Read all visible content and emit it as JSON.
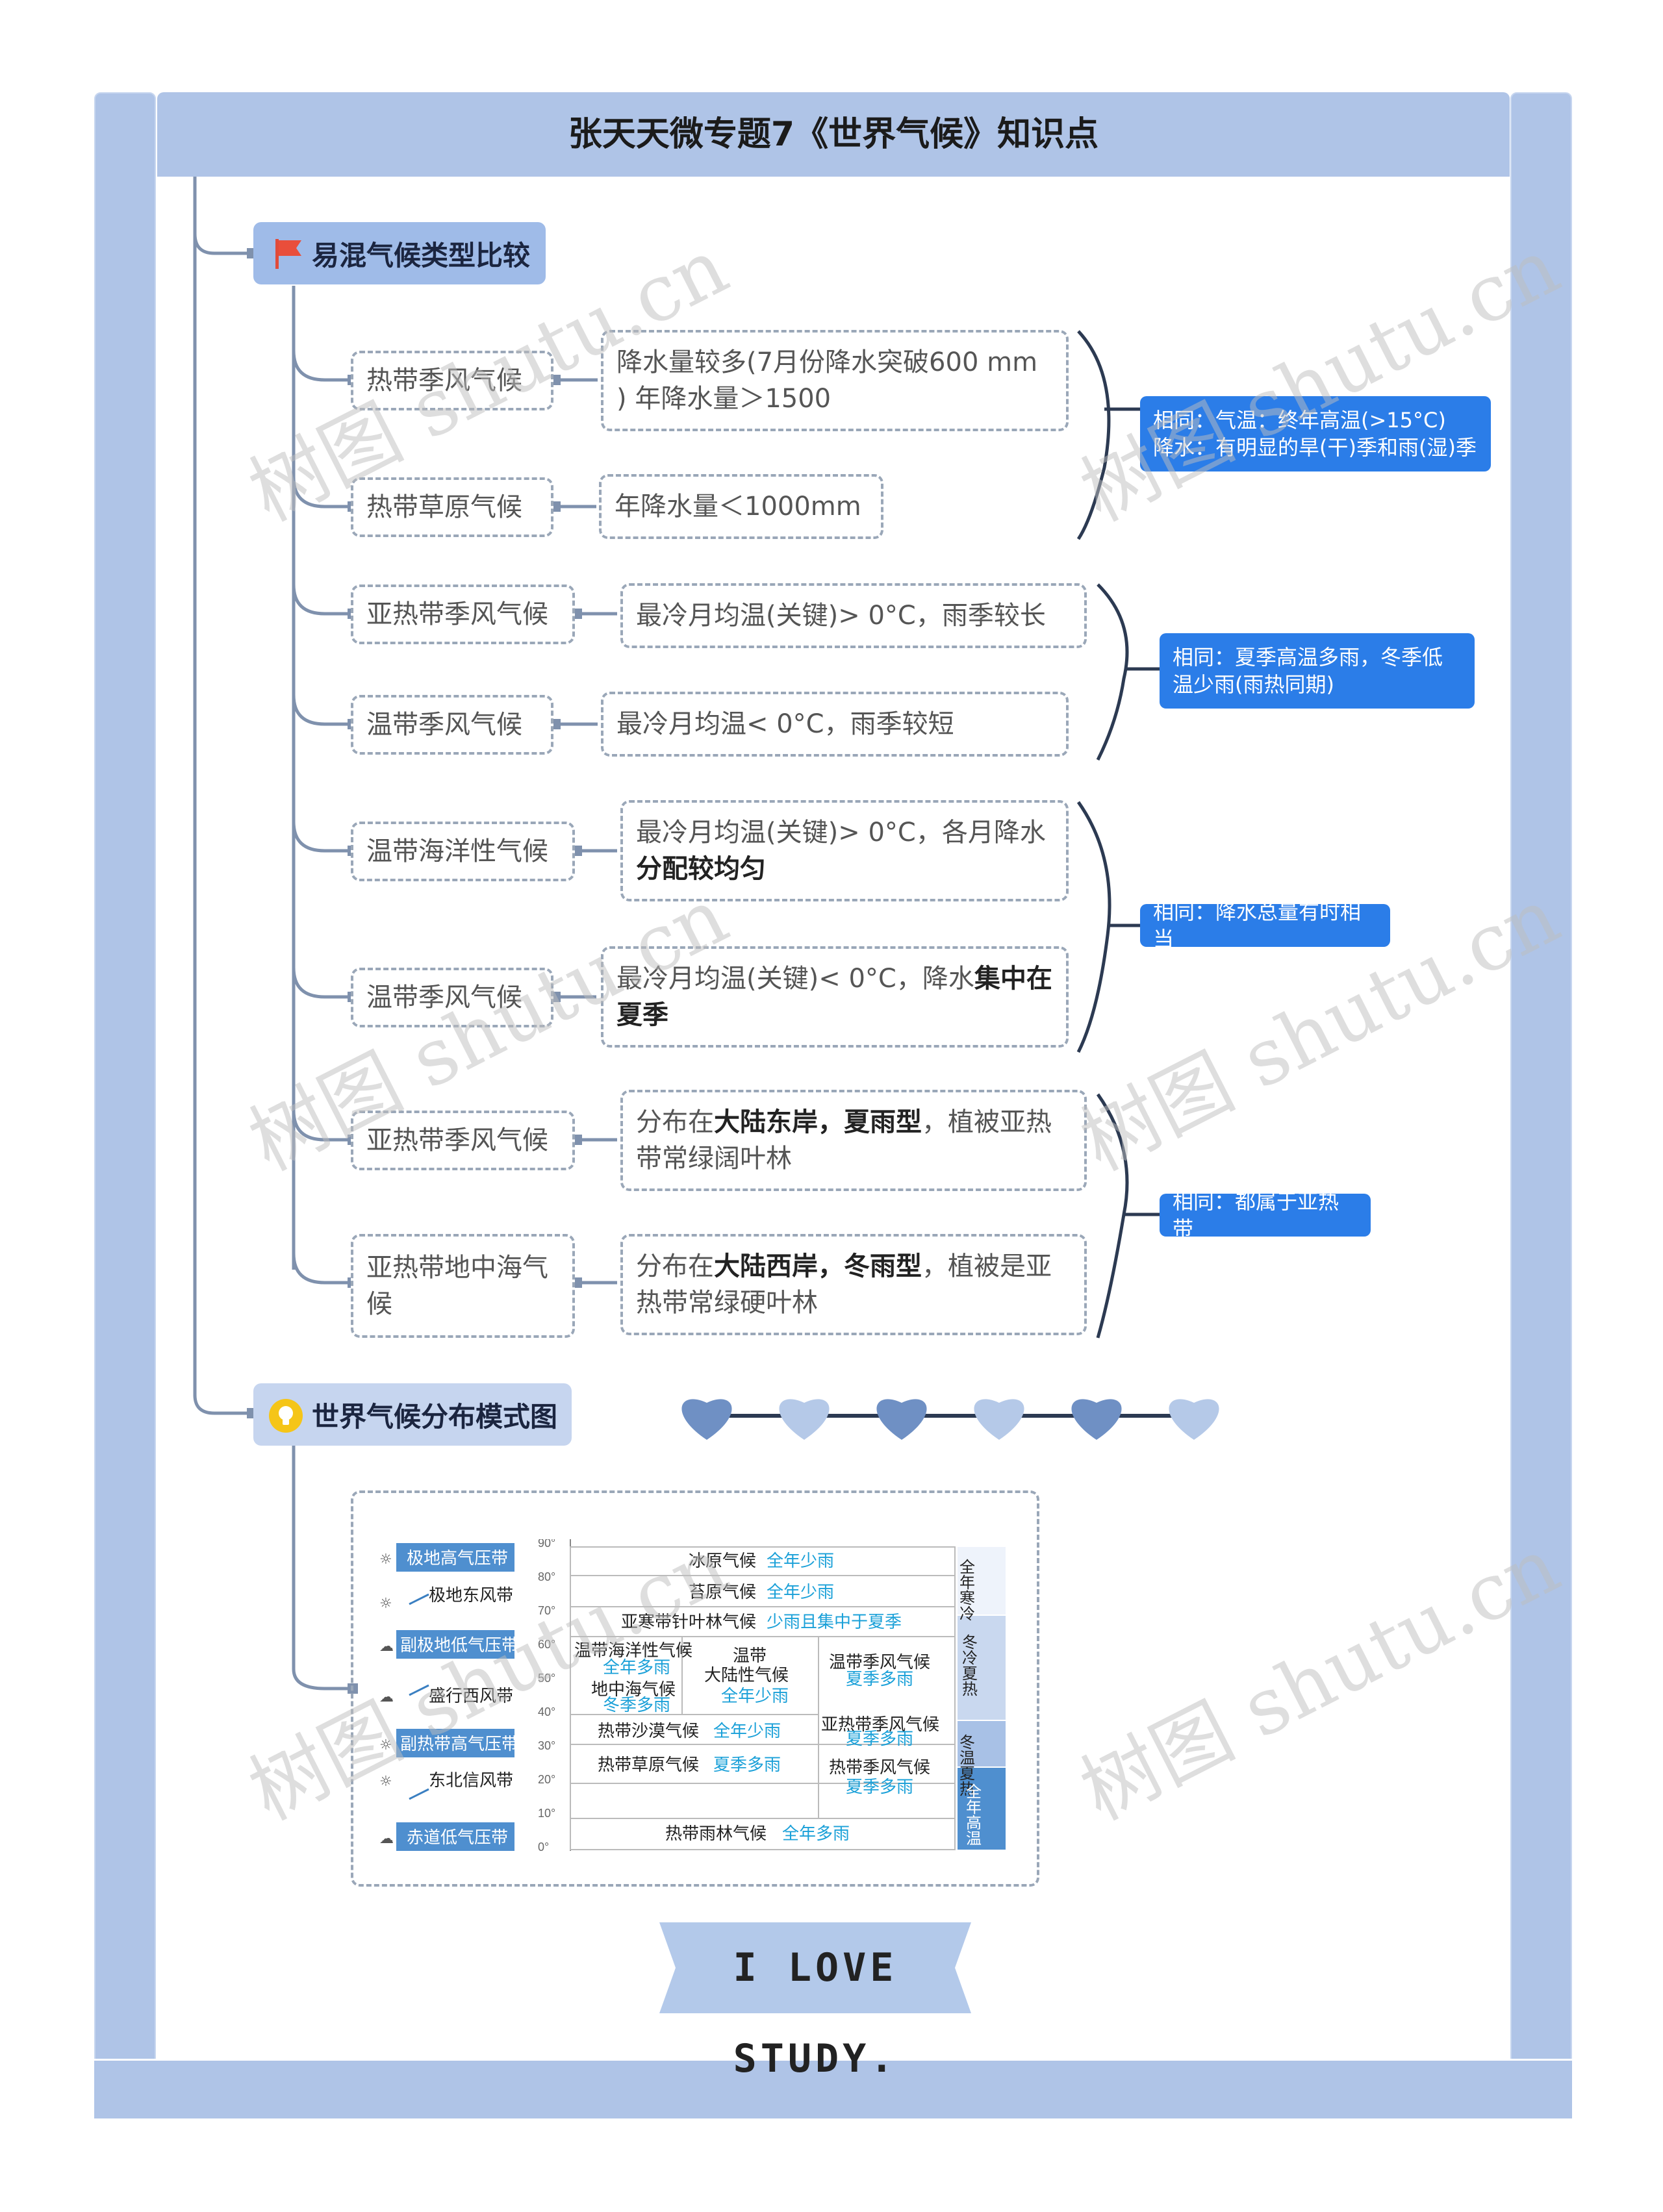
{
  "title": "张天天微专题7《世界气候》知识点",
  "watermark": "树图 shutu.cn",
  "section1": {
    "label": "易混气候类型比较",
    "icon": "red-flag-icon",
    "rows": [
      {
        "climate": "热带季风气候",
        "desc": "降水量较多(7月份降水突破600 mm ) 年降水量＞1500"
      },
      {
        "climate": "热带草原气候",
        "desc": "年降水量＜1000mm"
      },
      {
        "climate": "亚热带季风气候",
        "desc": "最冷月均温(关键)> 0°C，雨季较长"
      },
      {
        "climate": "温带季风气候",
        "desc": "最冷月均温< 0°C，雨季较短"
      },
      {
        "climate": "温带海洋性气候",
        "desc_a": "最冷月均温(关键)> 0°C，各月降水",
        "desc_b": "分配较均匀"
      },
      {
        "climate": "温带季风气候",
        "desc_a": "最冷月均温(关键)< 0°C，降水",
        "desc_b": "集中在夏季"
      },
      {
        "climate": "亚热带季风气候",
        "desc_a": "分布在",
        "desc_b": "大陆东岸，夏雨型",
        "desc_c": "，植被亚热带常绿阔叶林"
      },
      {
        "climate": "亚热带地中海气候",
        "desc_a": "分布在",
        "desc_b": "大陆西岸，冬雨型",
        "desc_c": "，植被是亚热带常绿硬叶林"
      }
    ],
    "notes": [
      {
        "line1": "相同：气温：终年高温(>15°C)",
        "line2": "降水：有明显的旱(干)季和雨(湿)季"
      },
      {
        "line1": "相同：夏季高温多雨，冬季低",
        "line2": "温少雨(雨热同期)"
      },
      {
        "line1": "相同：降水总量有时相当"
      },
      {
        "line1": "相同：都属于亚热带"
      }
    ]
  },
  "section2": {
    "label": "世界气候分布模式图",
    "icon": "lightbulb-icon",
    "hearts": [
      "dark",
      "light",
      "dark",
      "light",
      "dark",
      "light"
    ],
    "diagram": {
      "belts": [
        "极地高气压带",
        "极地东风带",
        "副极地低气压带",
        "盛行西风带",
        "副热带高气压带",
        "东北信风带",
        "赤道低气压带"
      ],
      "latitudes": [
        "90°",
        "80°",
        "70°",
        "60°",
        "50°",
        "40°",
        "30°",
        "20°",
        "10°",
        "0°"
      ],
      "climates": [
        {
          "name": "冰原气候",
          "feature": "全年少雨"
        },
        {
          "name": "苔原气候",
          "feature": "全年少雨"
        },
        {
          "name": "亚寒带针叶林气候",
          "feature": "少雨且集中于夏季"
        },
        {
          "name": "温带海洋性气候",
          "feature": "全年多雨"
        },
        {
          "name": "地中海气候",
          "feature": "冬季多雨"
        },
        {
          "name": "温带大陆性气候",
          "feature": "全年少雨"
        },
        {
          "name": "温带季风气候",
          "feature": "夏季多雨"
        },
        {
          "name": "亚热带季风气候",
          "feature": "夏季多雨"
        },
        {
          "name": "热带沙漠气候",
          "feature": "全年少雨"
        },
        {
          "name": "热带草原气候",
          "feature": "夏季多雨"
        },
        {
          "name": "热带季风气候",
          "feature": "夏季多雨"
        },
        {
          "name": "热带雨林气候",
          "feature": "全年多雨"
        }
      ],
      "center_top": "温带",
      "center_mid": "大陆性气候",
      "temps": [
        "全年寒冷",
        "冬冷夏热",
        "冬温夏热",
        "全年高温"
      ]
    }
  },
  "banner": "I LOVE STUDY."
}
